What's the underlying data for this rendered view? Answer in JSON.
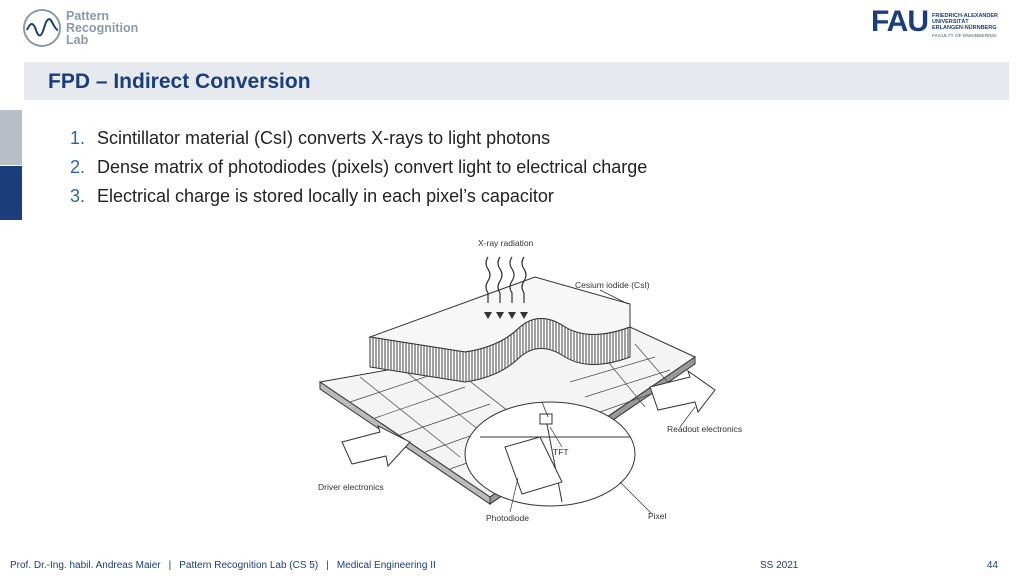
{
  "header": {
    "logo_text": [
      "Pattern",
      "Recognition",
      "Lab"
    ],
    "fau_mark": "FAU",
    "fau_lines": [
      "FRIEDRICH-ALEXANDER",
      "UNIVERSITÄT",
      "ERLANGEN-NÜRNBERG"
    ],
    "fau_faculty": "FACULTY OF ENGINEERING"
  },
  "slide": {
    "title": "FPD – Indirect Conversion",
    "items": [
      {
        "num": "1.",
        "text": "Scintillator material (CsI) converts X-rays to light photons"
      },
      {
        "num": "2.",
        "text": "Dense matrix of photodiodes (pixels) convert light to electrical charge"
      },
      {
        "num": "3.",
        "text": "Electrical charge is stored locally in each pixel’s capacitor"
      }
    ]
  },
  "figure": {
    "labels": {
      "xray": "X-ray radiation",
      "cesium": "Cesium iodide (CsI)",
      "readout": "Readout electronics",
      "tft": "TFT",
      "driver": "Driver electronics",
      "photodiode": "Photodiode",
      "pixel": "Pixel"
    }
  },
  "footer": {
    "author": "Prof. Dr.-Ing. habil. Andreas Maier",
    "sep": "|",
    "lab": "Pattern Recognition Lab (CS 5)",
    "course": "Medical Engineering II",
    "semester": "SS 2021",
    "page": "44"
  },
  "colors": {
    "brand": "#1a3e7a",
    "accent": "#2f62a8",
    "title_bar": "#e6e9ee"
  }
}
